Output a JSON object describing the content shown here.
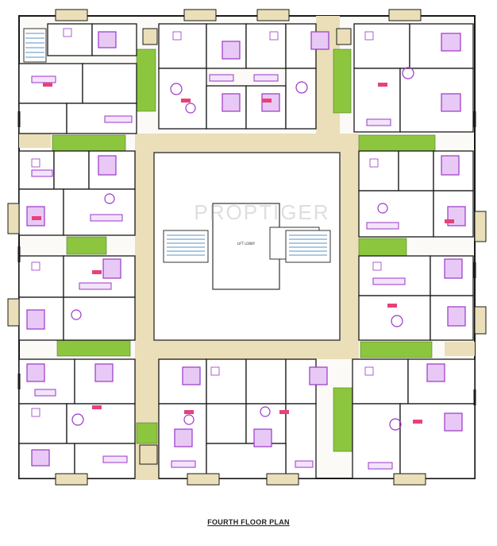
{
  "title": "FOURTH FLOOR PLAN",
  "watermark": "PROPTIGER",
  "labels": {
    "lift_lobby": "LIFT LOBBY"
  },
  "colors": {
    "wall": "#1a1a1a",
    "furniture": "#9a37c8",
    "corridor": "#eadfb8",
    "duct": "#8cc63f",
    "room_fill": "#ffffff",
    "flat_tag": "#e8417a",
    "court": "#ffffff"
  }
}
